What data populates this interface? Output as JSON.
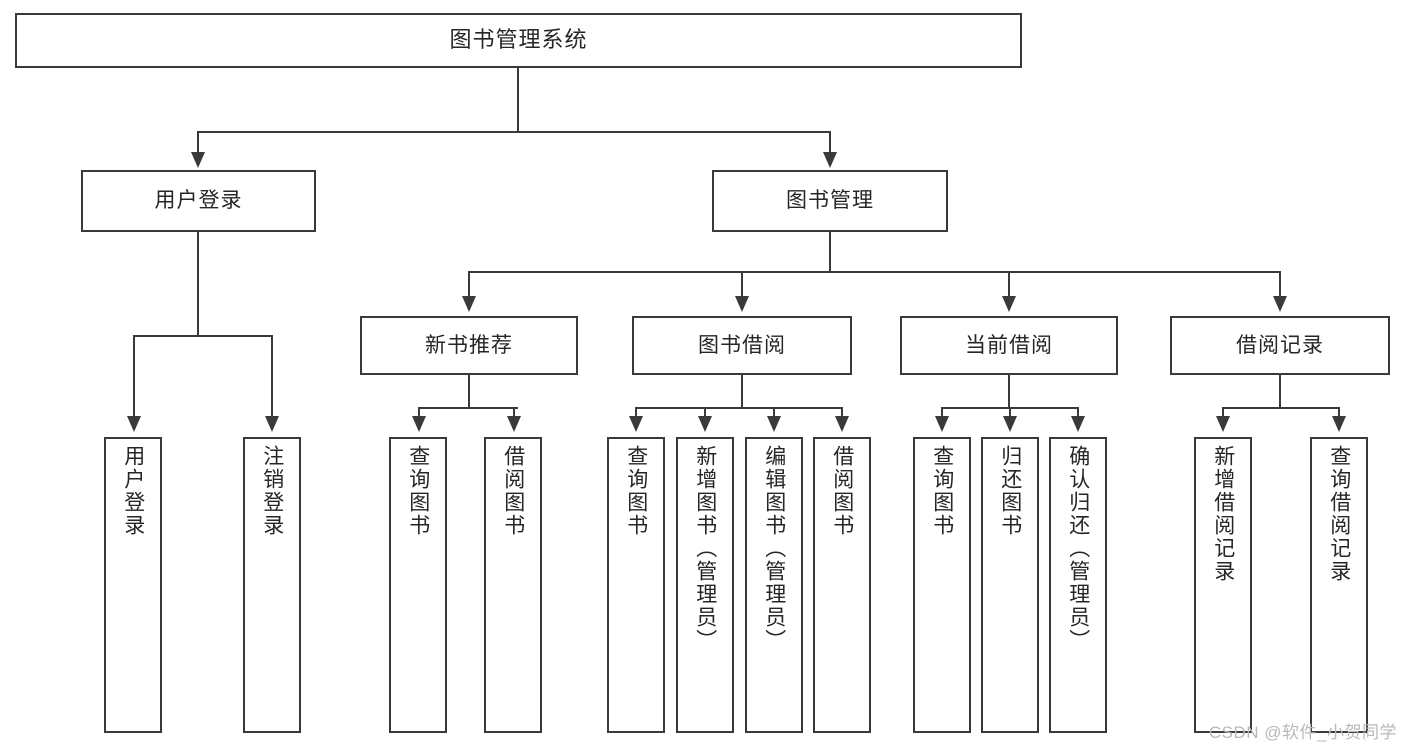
{
  "diagram": {
    "title": "图书管理系统",
    "type": "tree",
    "root": {
      "label": "图书管理系统"
    },
    "level1": [
      {
        "label": "用户登录"
      },
      {
        "label": "图书管理"
      }
    ],
    "level2": [
      {
        "label": "新书推荐"
      },
      {
        "label": "图书借阅"
      },
      {
        "label": "当前借阅"
      },
      {
        "label": "借阅记录"
      }
    ],
    "leaves": {
      "user_login": [
        {
          "label": "用户登录"
        },
        {
          "label": "注销登录"
        }
      ],
      "new_book_recommend": [
        {
          "label": "查询图书"
        },
        {
          "label": "借阅图书"
        }
      ],
      "book_borrow": [
        {
          "label": "查询图书"
        },
        {
          "label": "新增图书（管理员）"
        },
        {
          "label": "编辑图书（管理员）"
        },
        {
          "label": "借阅图书"
        }
      ],
      "current_borrow": [
        {
          "label": "查询图书"
        },
        {
          "label": "归还图书"
        },
        {
          "label": "确认归还（管理员）"
        }
      ],
      "borrow_record": [
        {
          "label": "新增借阅记录"
        },
        {
          "label": "查询借阅记录"
        }
      ]
    }
  },
  "watermark": {
    "text": "CSDN @软件_小贺同学"
  },
  "colors": {
    "stroke": "#3a3a3a",
    "text": "#262626",
    "background": "#ffffff",
    "watermark": "#b9b9b9"
  }
}
